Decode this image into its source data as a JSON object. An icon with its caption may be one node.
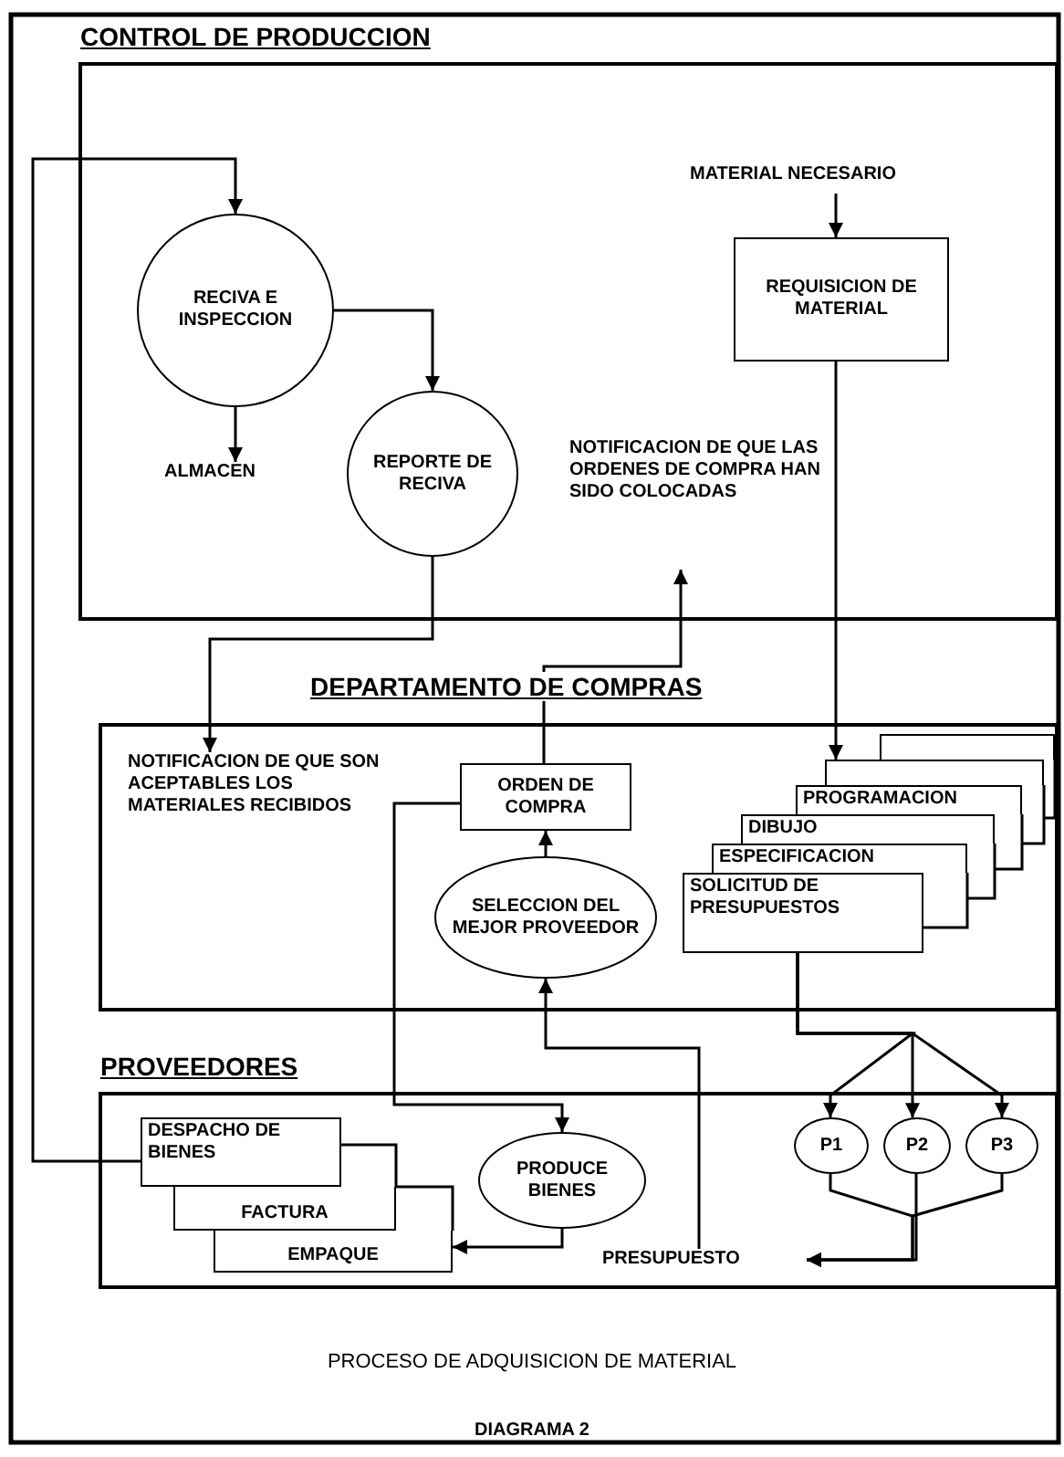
{
  "diagram": {
    "caption": "PROCESO DE ADQUISICION DE MATERIAL",
    "nodes": [
      {
        "text": [
          "CONTROL DE PRODUCCION"
        ]
      },
      {
        "text": [
          "MATERIAL NECESARIO"
        ],
        "in": 0
      },
      {
        "text": [
          "RECIVA E INSPECCION"
        ],
        "in": 0
      },
      {
        "text": [
          "ALMACEN"
        ],
        "in": 0
      },
      {
        "text": [
          "REPORTE DE RECIVA"
        ],
        "in": 0
      },
      {
        "text": [
          "REQUISICION DE MATERIAL"
        ],
        "in": 0
      },
      {
        "text": [
          "NOTIFICACION DE QUE LAS ORDENES DE COMPRA HAN SIDO COLOCADAS"
        ],
        "in": 0
      },
      {
        "text": [
          "DEPARTAMENTO DE COMPRAS"
        ]
      },
      {
        "text": [
          "NOTIFICACION DE QUE SON ACEPTABLES LOS MATERIALES RECIBIDOS"
        ],
        "in": 7
      },
      {
        "text": [
          "ORDEN DE COMPRA"
        ],
        "in": 7
      },
      {
        "text": [
          "SELECCION DEL MEJOR PROVEEDOR"
        ],
        "in": 7
      },
      {
        "text": [],
        "shape": "box",
        "in": 7
      },
      {
        "text": [],
        "shape": "box",
        "in": 7
      },
      {
        "text": [
          "PROGRAMACION"
        ],
        "in": 7
      },
      {
        "text": [
          "DIBUJO"
        ],
        "in": 7
      },
      {
        "text": [
          "ESPECIFICACION"
        ],
        "in": 7
      },
      {
        "text": [
          "SOLICITUD DE PRESUPUESTOS"
        ],
        "in": 7
      },
      {
        "text": [
          "PROVEEDORES"
        ]
      },
      {
        "text": [
          "DESPACHO DE BIENES"
        ],
        "in": 17
      },
      {
        "text": [
          "FACTURA"
        ],
        "in": 17
      },
      {
        "text": [
          "EMPAQUE"
        ],
        "in": 17
      },
      {
        "text": [
          "PRODUCE BIENES"
        ],
        "in": 17
      },
      {
        "text": [
          "P1"
        ],
        "in": 17
      },
      {
        "text": [
          "P2"
        ],
        "in": 17
      },
      {
        "text": [
          "P3"
        ],
        "in": 17
      },
      {
        "text": [
          "PRESUPUESTO"
        ],
        "in": 17
      }
    ],
    "edges": [
      {
        "from": 18,
        "to": 2,
        "arrow": "to"
      },
      {
        "from": 1,
        "to": 5,
        "arrow": "to"
      },
      {
        "from": 2,
        "to": 4,
        "arrow": "to"
      },
      {
        "from": 2,
        "to": 3,
        "arrow": "to"
      },
      {
        "from": 4,
        "to": 8,
        "arrow": "to"
      },
      {
        "from": 9,
        "to": 6,
        "arrow": "to"
      },
      {
        "from": 5,
        "to": 12,
        "arrow": "to"
      },
      {
        "from": 10,
        "to": 9,
        "arrow": "to"
      },
      {
        "from": 9,
        "to": 21,
        "arrow": "to"
      },
      {
        "from": 21,
        "to": 20,
        "arrow": "to"
      },
      {
        "from": 16,
        "to": 22,
        "arrow": "to"
      },
      {
        "from": 16,
        "to": 23,
        "arrow": "to"
      },
      {
        "from": 16,
        "to": 24,
        "arrow": "to"
      },
      {
        "from": 22,
        "to": 25,
        "arrow": "to"
      },
      {
        "from": 23,
        "to": 25,
        "arrow": "to"
      },
      {
        "from": 24,
        "to": 25,
        "arrow": "to"
      },
      {
        "from": 25,
        "to": 10,
        "arrow": "to"
      }
    ],
    "labels": [
      "DIAGRAMA 2"
    ]
  }
}
